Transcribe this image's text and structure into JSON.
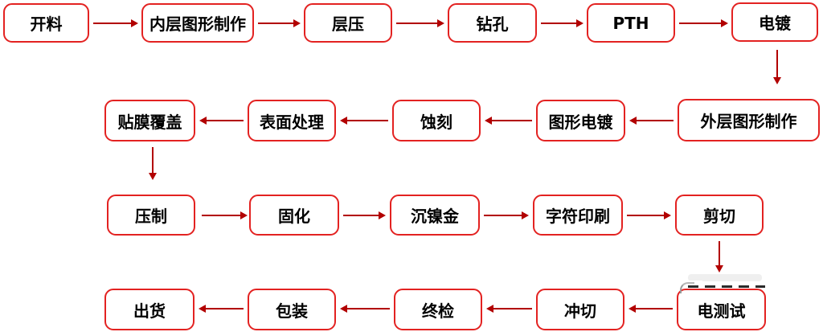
{
  "diagram": {
    "type": "flowchart",
    "description_sequence": [
      "开料",
      "内层图形制作",
      "层压",
      "钻孔",
      "PTH",
      "电镀",
      "外层图形制作",
      "图形电镀",
      "蚀刻",
      "表面处理",
      "贴膜覆盖",
      "压制",
      "固化",
      "沉镍金",
      "字符印刷",
      "剪切",
      "电测试",
      "冲切",
      "终检",
      "包装",
      "出货"
    ],
    "rows": [
      {
        "arrow_direction": "right",
        "nodes": [
          {
            "label": "开料"
          },
          {
            "label": "内层图形制作"
          },
          {
            "label": "层压"
          },
          {
            "label": "钻孔"
          },
          {
            "label": "PTH"
          },
          {
            "label": "电镀"
          }
        ]
      },
      {
        "arrow_direction": "left",
        "nodes": [
          {
            "label": "贴膜覆盖"
          },
          {
            "label": "表面处理"
          },
          {
            "label": "蚀刻"
          },
          {
            "label": "图形电镀"
          },
          {
            "label": "外层图形制作"
          }
        ]
      },
      {
        "arrow_direction": "right",
        "nodes": [
          {
            "label": "压制"
          },
          {
            "label": "固化"
          },
          {
            "label": "沉镍金"
          },
          {
            "label": "字符印刷"
          },
          {
            "label": "剪切"
          }
        ]
      },
      {
        "arrow_direction": "left",
        "nodes": [
          {
            "label": "出货"
          },
          {
            "label": "包装"
          },
          {
            "label": "终检"
          },
          {
            "label": "冲切"
          },
          {
            "label": "电测试"
          }
        ]
      }
    ],
    "vertical_connectors": [
      {
        "from": "电镀",
        "to": "外层图形制作"
      },
      {
        "from": "贴膜覆盖",
        "to": "压制"
      },
      {
        "from": "剪切",
        "to": "电测试"
      }
    ]
  },
  "colors": {
    "box_border": "#e32221",
    "arrow": "#b20000",
    "text": "#000000",
    "background": "#ffffff"
  }
}
